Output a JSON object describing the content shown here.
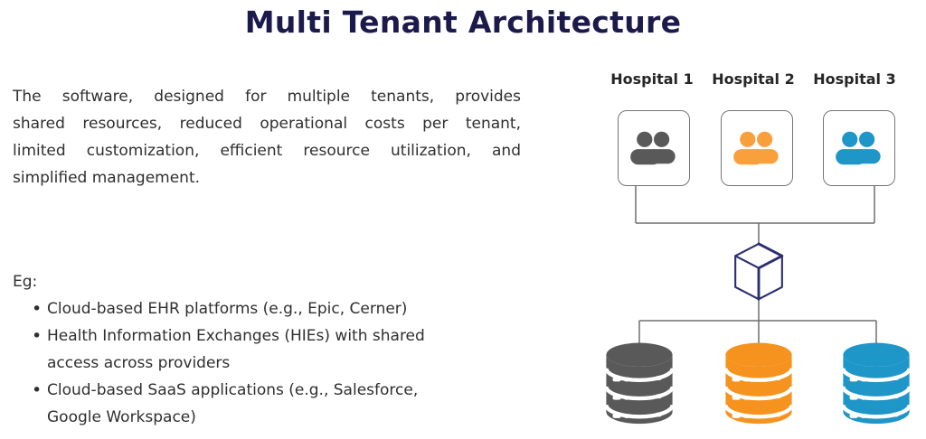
{
  "title": {
    "text": "Multi Tenant Architecture"
  },
  "colors": {
    "title": "#1b1a4b",
    "text": "#2f2f2f",
    "label": "#262626",
    "connector": "#6e6e6e",
    "box_border": "#757575",
    "cube": "#2a2f6e"
  },
  "description": {
    "lines": [
      "The software, designed for multiple tenants, provides",
      "shared resources, reduced operational costs per tenant,",
      "limited customization, efficient resource utilization, and",
      "simplified management."
    ]
  },
  "examples": {
    "heading": "Eg:",
    "items": [
      {
        "lines": [
          "Cloud-based EHR platforms (e.g., Epic, Cerner)",
          ""
        ]
      },
      {
        "lines": [
          "Health Information Exchanges (HIEs) with shared",
          "access across providers"
        ]
      },
      {
        "lines": [
          "Cloud-based SaaS applications (e.g., Salesforce,",
          "Google Workspace)"
        ]
      }
    ]
  },
  "diagram": {
    "tenants": [
      {
        "label": "Hospital 1",
        "icon": "users-icon",
        "color": "#595959"
      },
      {
        "label": "Hospital 2",
        "icon": "users-icon",
        "color": "#F9A03C"
      },
      {
        "label": "Hospital 3",
        "icon": "users-icon",
        "color": "#1E96C8"
      }
    ],
    "hub_icon": "cube-icon",
    "databases": [
      {
        "icon": "database-icon",
        "color": "#595959"
      },
      {
        "icon": "database-icon",
        "color": "#F6921E"
      },
      {
        "icon": "database-icon",
        "color": "#1E96C8"
      }
    ]
  }
}
